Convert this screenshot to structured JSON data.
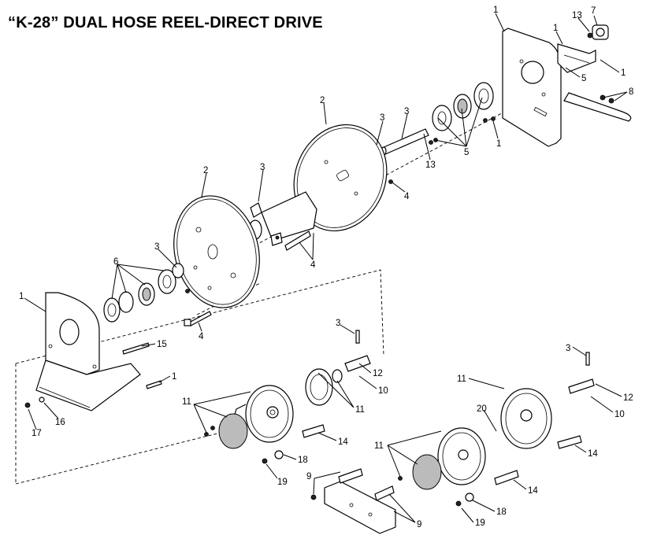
{
  "title": "“K-28” DUAL HOSE REEL-DIRECT DRIVE",
  "callouts": [
    "1",
    "13",
    "7",
    "1",
    "1",
    "5",
    "8",
    "2",
    "3",
    "3",
    "5",
    "1",
    "13",
    "4",
    "2",
    "3",
    "4",
    "3",
    "6",
    "1",
    "15",
    "4",
    "1",
    "3",
    "12",
    "10",
    "11",
    "11",
    "14",
    "18",
    "19",
    "17",
    "16",
    "3",
    "12",
    "10",
    "11",
    "20",
    "11",
    "14",
    "14",
    "9",
    "9",
    "18",
    "19"
  ]
}
